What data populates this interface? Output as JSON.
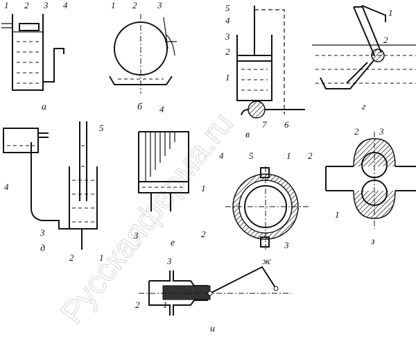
{
  "watermark": "Русскаяферма.ru",
  "panels": {
    "a": {
      "letter": "а",
      "labels": [
        "1",
        "2",
        "3",
        "4"
      ]
    },
    "b": {
      "letter": "б",
      "labels": [
        "1",
        "2",
        "3"
      ]
    },
    "v": {
      "letter": "в",
      "labels": [
        "5",
        "4",
        "3",
        "2",
        "1",
        "7",
        "6"
      ]
    },
    "g": {
      "letter": "г",
      "labels": [
        "1",
        "2"
      ]
    },
    "d": {
      "letter": "д",
      "labels": [
        "4",
        "5",
        "3",
        "2",
        "1"
      ]
    },
    "e": {
      "letter": "е",
      "labels": [
        "4",
        "1",
        "3",
        "2"
      ]
    },
    "zh": {
      "letter": "ж",
      "labels": [
        "4",
        "5",
        "1",
        "2",
        "3"
      ]
    },
    "z": {
      "letter": "з",
      "labels": [
        "2",
        "3",
        "1"
      ]
    },
    "i": {
      "letter": "и",
      "labels": [
        "3",
        "2",
        "1"
      ]
    }
  }
}
